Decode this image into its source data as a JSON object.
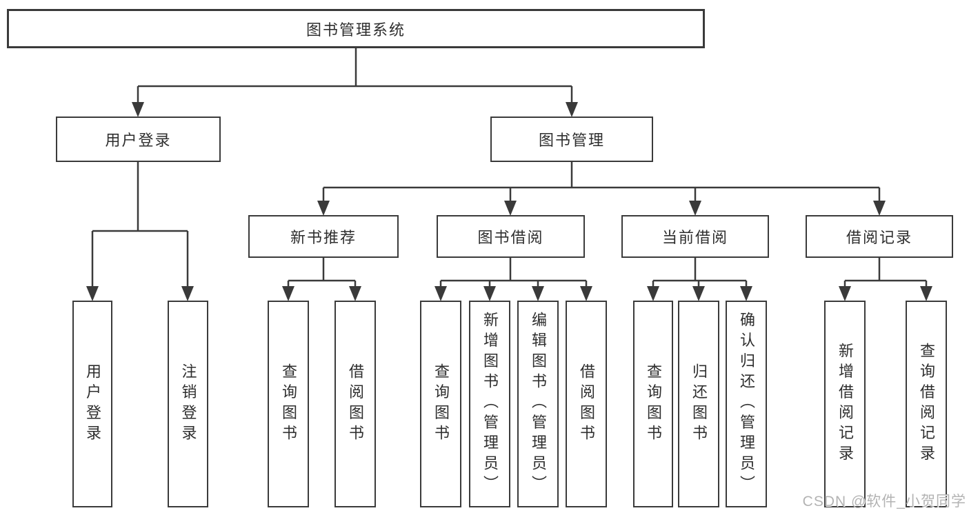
{
  "diagram_title": "图书管理系统",
  "colors": {
    "line": "#3a3a3a",
    "text": "#2e2e2e",
    "box_background": "#ffffff",
    "watermark": "#b3b3b3"
  },
  "tree": {
    "label": "图书管理系统",
    "children": [
      {
        "label": "用户登录",
        "children": [
          {
            "label": "用户登录"
          },
          {
            "label": "注销登录"
          }
        ]
      },
      {
        "label": "图书管理",
        "children": [
          {
            "label": "新书推荐",
            "children": [
              {
                "label": "查询图书"
              },
              {
                "label": "借阅图书"
              }
            ]
          },
          {
            "label": "图书借阅",
            "children": [
              {
                "label": "查询图书"
              },
              {
                "label": "新增图书（管理员）"
              },
              {
                "label": "编辑图书（管理员）"
              },
              {
                "label": "借阅图书"
              }
            ]
          },
          {
            "label": "当前借阅",
            "children": [
              {
                "label": "查询图书"
              },
              {
                "label": "归还图书"
              },
              {
                "label": "确认归还（管理员）"
              }
            ]
          },
          {
            "label": "借阅记录",
            "children": [
              {
                "label": "新增借阅记录"
              },
              {
                "label": "查询借阅记录"
              }
            ]
          }
        ]
      }
    ]
  },
  "watermark": {
    "text": "CSDN @软件_小贺同学"
  }
}
